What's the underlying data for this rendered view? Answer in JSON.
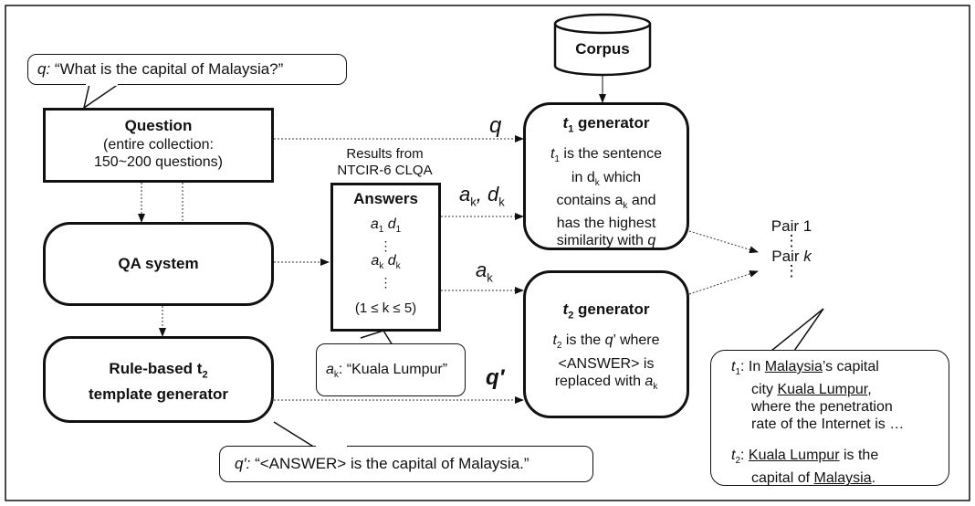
{
  "question_bubble": {
    "var": "q:",
    "text": " “What is the capital of Malaysia?”"
  },
  "question_box": {
    "title": "Question",
    "line1": "(entire collection:",
    "line2": "150~200 questions)"
  },
  "qa_system": {
    "title": "QA system"
  },
  "rule_box": {
    "line1": "Rule-based t",
    "sub": "2",
    "line2": "template generator"
  },
  "corpus": {
    "label": "Corpus"
  },
  "results": {
    "line1": "Results from",
    "line2": "NTCIR-6 CLQA"
  },
  "answers_box": {
    "title": "Answers",
    "row1a": "a",
    "row1b": "1",
    "row1c": " d",
    "row1d": "1",
    "dots1": "⋮",
    "row2a": "a",
    "row2b": "k",
    "row2c": " d",
    "row2d": "k",
    "dots2": "⋮",
    "range": "(1 ≤ k ≤ 5)"
  },
  "ak_bubble": {
    "a": "a",
    "k": "k",
    "text": ": “Kuala Lumpur”"
  },
  "t1_box": {
    "title_t": "t",
    "title_sub": "1",
    "title_rest": " generator",
    "l1a": "t",
    "l1b": "1",
    "l1c": "  is the sentence",
    "l2a": "in d",
    "l2b": "k",
    "l2c": " which",
    "l3a": "contains a",
    "l3b": "k",
    "l3c": " and",
    "l4": "has the highest",
    "l5a": "similarity with ",
    "l5b": "q"
  },
  "t2_box": {
    "title_t": "t",
    "title_sub": "2",
    "title_rest": " generator",
    "l1a": "t",
    "l1b": "2",
    "l1c": " is the ",
    "l1d": "q",
    "l1e": "’ where",
    "l2": "<ANSWER> is",
    "l3a": "replaced with ",
    "l3b": "a",
    "l3c": "k"
  },
  "edge_labels": {
    "q": "q",
    "akdk_a": "a",
    "akdk_k1": "k",
    "akdk_d": ", d",
    "akdk_k2": "k",
    "ak_a": "a",
    "ak_k": "k",
    "qprime": "q′"
  },
  "pairs": {
    "pair1": "Pair 1",
    "dots": "⋮",
    "pairk": "Pair ",
    "k": "k",
    "dots2": "⋮"
  },
  "qprime_bubble": {
    "var": "q′:",
    "text": " “<ANSWER> is the capital of Malaysia.”"
  },
  "example_bubble": {
    "t1": "t",
    "t1sub": "1",
    "t1a": ": In ",
    "malaysia": "Malaysia",
    "t1b": "’s capital",
    "city": "city ",
    "kl": "Kuala Lumpur",
    "comma": ",",
    "where": "where the penetration",
    "rate": "rate of the Internet is …",
    "t2": "t",
    "t2sub": "2",
    "colon": ": ",
    "kl2": "Kuala Lumpur",
    "isthe": " is the",
    "capof": "capital of ",
    "malaysia2": "Malaysia",
    "period": "."
  }
}
